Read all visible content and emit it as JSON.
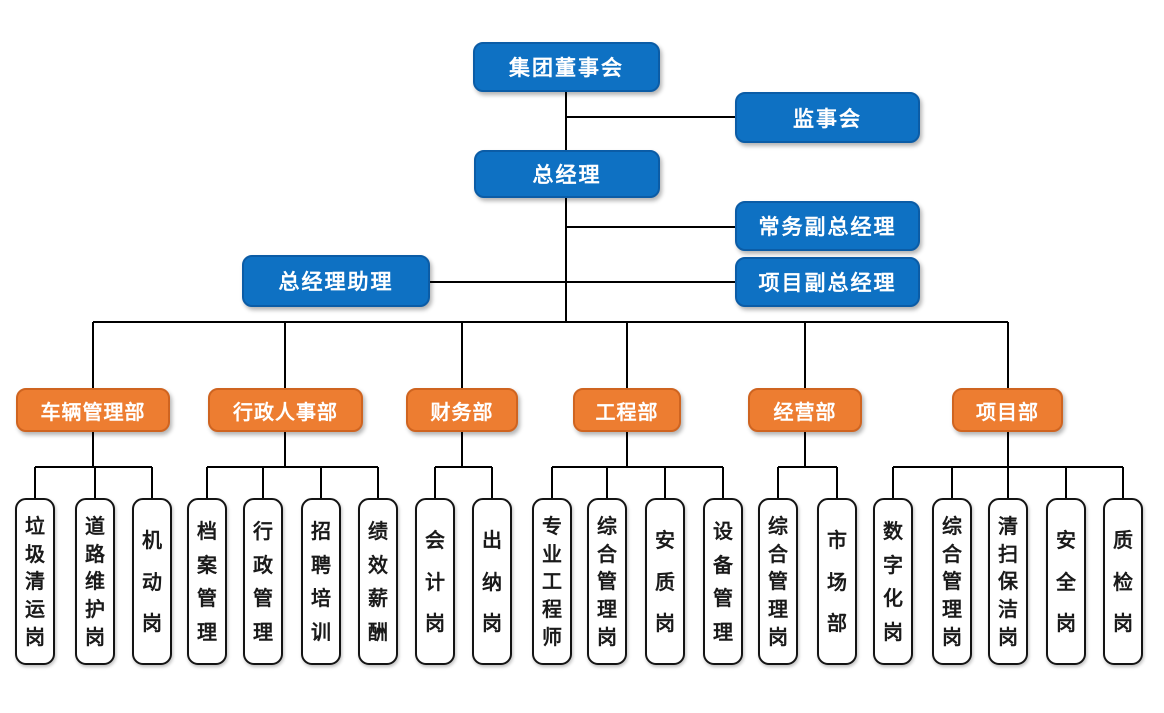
{
  "diagram": {
    "type": "org-chart",
    "executive": {
      "board": "集团董事会",
      "supervisory_board": "监事会",
      "general_manager": "总经理",
      "executive_deputy_gm": "常务副总经理",
      "gm_assistant": "总经理助理",
      "project_deputy_gm": "项目副总经理"
    },
    "departments": [
      {
        "label": "车辆管理部",
        "positions": [
          "垃圾清运岗",
          "道路维护岗",
          "机动岗"
        ]
      },
      {
        "label": "行政人事部",
        "positions": [
          "档案管理",
          "行政管理",
          "招聘培训",
          "绩效薪酬"
        ]
      },
      {
        "label": "财务部",
        "positions": [
          "会计岗",
          "出纳岗"
        ]
      },
      {
        "label": "工程部",
        "positions": [
          "专业工程师",
          "综合管理岗",
          "安质岗",
          "设备管理"
        ]
      },
      {
        "label": "经营部",
        "positions": [
          "综合管理岗",
          "市场部"
        ]
      },
      {
        "label": "项目部",
        "positions": [
          "数字化岗",
          "综合管理岗",
          "清扫保洁岗",
          "安全岗",
          "质检岗"
        ]
      }
    ],
    "colors": {
      "executive_fill": "#0e71c3",
      "executive_border": "#0b5ca6",
      "department_fill": "#ed7d31",
      "department_border": "#cf6420",
      "position_fill": "#ffffff",
      "position_border": "#141414",
      "connector": "#000000",
      "text_on_color": "#ffffff",
      "text_on_white": "#1a1a1a"
    }
  }
}
